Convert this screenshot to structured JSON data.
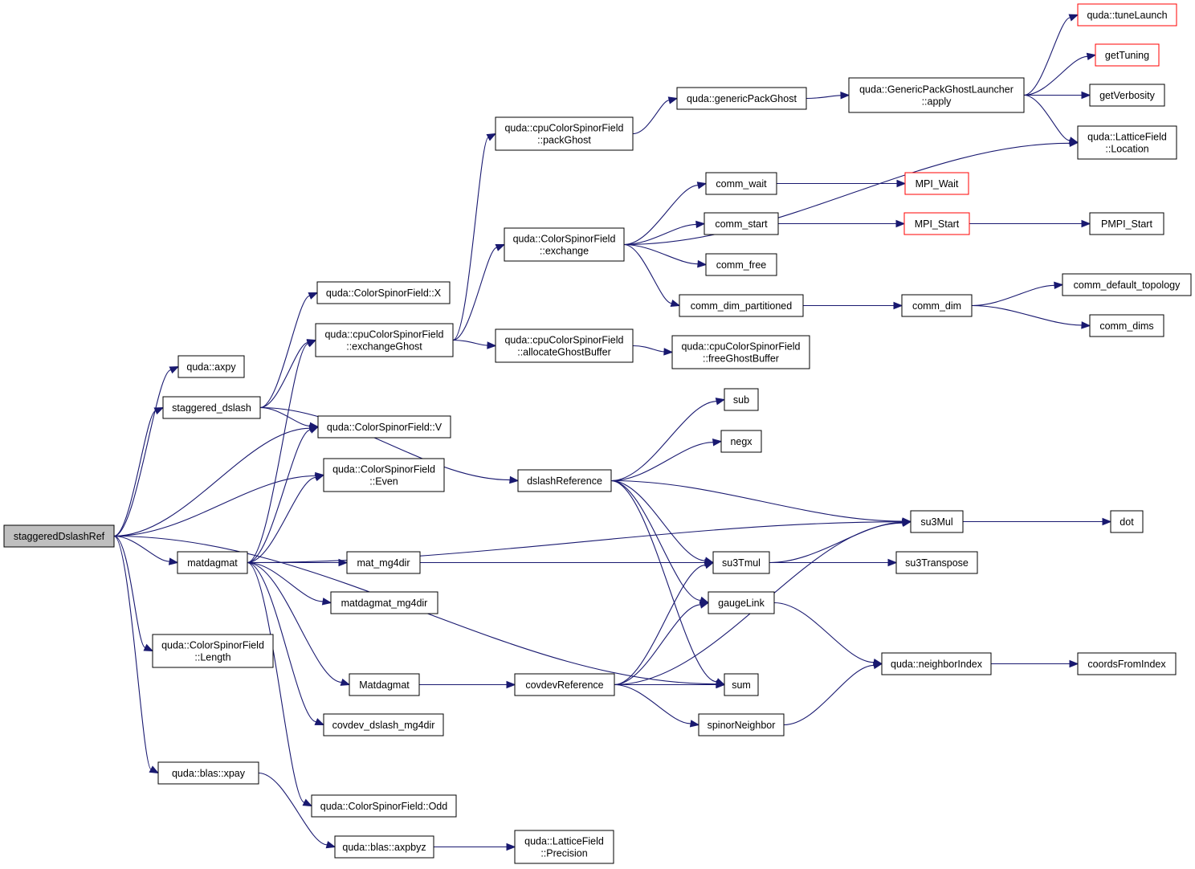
{
  "graph": {
    "title": "",
    "colors": {
      "edge": "#191970",
      "root_fill": "#bfbfbf",
      "node_border": "#000000",
      "truncated_border": "#ff0000"
    },
    "nodes": [
      {
        "id": "stagRef",
        "lines": [
          "staggeredDslashRef"
        ],
        "style": "root"
      },
      {
        "id": "axpy",
        "lines": [
          "quda::axpy"
        ]
      },
      {
        "id": "stag",
        "lines": [
          "staggered_dslash"
        ]
      },
      {
        "id": "V",
        "lines": [
          "quda::ColorSpinorField::V"
        ]
      },
      {
        "id": "Even",
        "lines": [
          "quda::ColorSpinorField",
          "::Even"
        ]
      },
      {
        "id": "matdag",
        "lines": [
          "matdagmat"
        ]
      },
      {
        "id": "Length",
        "lines": [
          "quda::ColorSpinorField",
          "::Length"
        ]
      },
      {
        "id": "xpay",
        "lines": [
          "quda::blas::xpay"
        ]
      },
      {
        "id": "X",
        "lines": [
          "quda::ColorSpinorField::X"
        ]
      },
      {
        "id": "exGhost",
        "lines": [
          "quda::cpuColorSpinorField",
          "::exchangeGhost"
        ]
      },
      {
        "id": "mg4",
        "lines": [
          "mat_mg4dir"
        ]
      },
      {
        "id": "mdmg4",
        "lines": [
          "matdagmat_mg4dir"
        ]
      },
      {
        "id": "Matdag",
        "lines": [
          "Matdagmat"
        ]
      },
      {
        "id": "covdevmg",
        "lines": [
          "covdev_dslash_mg4dir"
        ]
      },
      {
        "id": "Odd",
        "lines": [
          "quda::ColorSpinorField::Odd"
        ]
      },
      {
        "id": "axpbyz",
        "lines": [
          "quda::blas::axpbyz"
        ]
      },
      {
        "id": "packGhost",
        "lines": [
          "quda::cpuColorSpinorField",
          "::packGhost"
        ]
      },
      {
        "id": "exchange",
        "lines": [
          "quda::ColorSpinorField",
          "::exchange"
        ]
      },
      {
        "id": "allocGB",
        "lines": [
          "quda::cpuColorSpinorField",
          "::allocateGhostBuffer"
        ]
      },
      {
        "id": "dslashRef",
        "lines": [
          "dslashReference"
        ]
      },
      {
        "id": "covdevRef",
        "lines": [
          "covdevReference"
        ]
      },
      {
        "id": "precision",
        "lines": [
          "quda::LatticeField",
          "::Precision"
        ]
      },
      {
        "id": "genPack",
        "lines": [
          "quda::genericPackGhost"
        ]
      },
      {
        "id": "commWait",
        "lines": [
          "comm_wait"
        ]
      },
      {
        "id": "commStart",
        "lines": [
          "comm_start"
        ]
      },
      {
        "id": "commFree",
        "lines": [
          "comm_free"
        ]
      },
      {
        "id": "commDimPart",
        "lines": [
          "comm_dim_partitioned"
        ]
      },
      {
        "id": "freeGB",
        "lines": [
          "quda::cpuColorSpinorField",
          "::freeGhostBuffer"
        ]
      },
      {
        "id": "sub",
        "lines": [
          "sub"
        ]
      },
      {
        "id": "negx",
        "lines": [
          "negx"
        ]
      },
      {
        "id": "su3Tmul",
        "lines": [
          "su3Tmul"
        ]
      },
      {
        "id": "gaugeLink",
        "lines": [
          "gaugeLink"
        ]
      },
      {
        "id": "sum",
        "lines": [
          "sum"
        ]
      },
      {
        "id": "spinNb",
        "lines": [
          "spinorNeighbor"
        ]
      },
      {
        "id": "GPGL",
        "lines": [
          "quda::GenericPackGhostLauncher",
          "::apply"
        ]
      },
      {
        "id": "mpiWait",
        "lines": [
          "MPI_Wait"
        ],
        "style": "red"
      },
      {
        "id": "mpiStart",
        "lines": [
          "MPI_Start"
        ],
        "style": "red"
      },
      {
        "id": "commDim",
        "lines": [
          "comm_dim"
        ]
      },
      {
        "id": "su3Mul",
        "lines": [
          "su3Mul"
        ]
      },
      {
        "id": "su3T",
        "lines": [
          "su3Transpose"
        ]
      },
      {
        "id": "nbIndex",
        "lines": [
          "quda::neighborIndex"
        ]
      },
      {
        "id": "tuneLaunch",
        "lines": [
          "quda::tuneLaunch"
        ],
        "style": "red"
      },
      {
        "id": "getTuning",
        "lines": [
          "getTuning"
        ],
        "style": "red"
      },
      {
        "id": "getVerb",
        "lines": [
          "getVerbosity"
        ]
      },
      {
        "id": "location",
        "lines": [
          "quda::LatticeField",
          "::Location"
        ]
      },
      {
        "id": "pmpiStart",
        "lines": [
          "PMPI_Start"
        ]
      },
      {
        "id": "cdt",
        "lines": [
          "comm_default_topology"
        ]
      },
      {
        "id": "commDims",
        "lines": [
          "comm_dims"
        ]
      },
      {
        "id": "dot",
        "lines": [
          "dot"
        ]
      },
      {
        "id": "coords",
        "lines": [
          "coordsFromIndex"
        ]
      }
    ],
    "edges": [
      [
        "stagRef",
        "axpy"
      ],
      [
        "stagRef",
        "stag"
      ],
      [
        "stagRef",
        "V"
      ],
      [
        "stagRef",
        "Even"
      ],
      [
        "stagRef",
        "matdag"
      ],
      [
        "stagRef",
        "Length"
      ],
      [
        "stagRef",
        "xpay"
      ],
      [
        "stagRef",
        "sum"
      ],
      [
        "stag",
        "X"
      ],
      [
        "stag",
        "exGhost"
      ],
      [
        "stag",
        "V"
      ],
      [
        "stag",
        "dslashRef"
      ],
      [
        "matdag",
        "exGhost"
      ],
      [
        "matdag",
        "V"
      ],
      [
        "matdag",
        "Even"
      ],
      [
        "matdag",
        "su3Mul"
      ],
      [
        "matdag",
        "mg4"
      ],
      [
        "matdag",
        "mdmg4"
      ],
      [
        "matdag",
        "su3Tmul"
      ],
      [
        "matdag",
        "Matdag"
      ],
      [
        "matdag",
        "covdevmg"
      ],
      [
        "matdag",
        "Odd"
      ],
      [
        "xpay",
        "axpbyz"
      ],
      [
        "axpbyz",
        "precision"
      ],
      [
        "exGhost",
        "packGhost"
      ],
      [
        "exGhost",
        "exchange"
      ],
      [
        "exGhost",
        "allocGB"
      ],
      [
        "packGhost",
        "genPack"
      ],
      [
        "genPack",
        "GPGL"
      ],
      [
        "GPGL",
        "tuneLaunch"
      ],
      [
        "GPGL",
        "getTuning"
      ],
      [
        "GPGL",
        "getVerb"
      ],
      [
        "GPGL",
        "location"
      ],
      [
        "exchange",
        "location"
      ],
      [
        "exchange",
        "commWait"
      ],
      [
        "exchange",
        "commStart"
      ],
      [
        "exchange",
        "commFree"
      ],
      [
        "exchange",
        "commDimPart"
      ],
      [
        "commWait",
        "mpiWait"
      ],
      [
        "commStart",
        "mpiStart"
      ],
      [
        "mpiStart",
        "pmpiStart"
      ],
      [
        "commDimPart",
        "commDim"
      ],
      [
        "commDim",
        "cdt"
      ],
      [
        "commDim",
        "commDims"
      ],
      [
        "allocGB",
        "freeGB"
      ],
      [
        "dslashRef",
        "sub"
      ],
      [
        "dslashRef",
        "negx"
      ],
      [
        "dslashRef",
        "su3Mul"
      ],
      [
        "dslashRef",
        "su3Tmul"
      ],
      [
        "dslashRef",
        "gaugeLink"
      ],
      [
        "dslashRef",
        "sum"
      ],
      [
        "Matdag",
        "covdevRef"
      ],
      [
        "covdevRef",
        "su3Tmul"
      ],
      [
        "covdevRef",
        "gaugeLink"
      ],
      [
        "covdevRef",
        "su3Mul"
      ],
      [
        "covdevRef",
        "sum"
      ],
      [
        "covdevRef",
        "spinNb"
      ],
      [
        "su3Tmul",
        "su3Mul"
      ],
      [
        "su3Tmul",
        "su3T"
      ],
      [
        "su3Mul",
        "dot"
      ],
      [
        "gaugeLink",
        "nbIndex"
      ],
      [
        "spinNb",
        "nbIndex"
      ],
      [
        "nbIndex",
        "coords"
      ]
    ]
  }
}
